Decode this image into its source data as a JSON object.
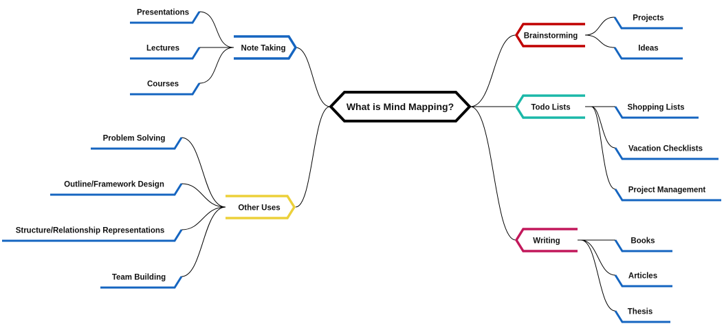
{
  "root": {
    "label": "What is Mind Mapping?"
  },
  "colors": {
    "note_taking": "#1565c0",
    "other_uses": "#ecd03a",
    "brainstorming": "#c00000",
    "todo_lists": "#1bb8a8",
    "writing": "#c2185b",
    "leaf": "#1565c0",
    "root_border": "#000000"
  },
  "branches": {
    "note_taking": {
      "label": "Note Taking",
      "children": [
        "Presentations",
        "Lectures",
        "Courses"
      ]
    },
    "other_uses": {
      "label": "Other Uses",
      "children": [
        "Problem Solving",
        "Outline/Framework Design",
        "Structure/Relationship Representations",
        "Team Building"
      ]
    },
    "brainstorming": {
      "label": "Brainstorming",
      "children": [
        "Projects",
        "Ideas"
      ]
    },
    "todo_lists": {
      "label": "Todo Lists",
      "children": [
        "Shopping Lists",
        "Vacation Checklists",
        "Project Management"
      ]
    },
    "writing": {
      "label": "Writing",
      "children": [
        "Books",
        "Articles",
        "Thesis"
      ]
    }
  }
}
